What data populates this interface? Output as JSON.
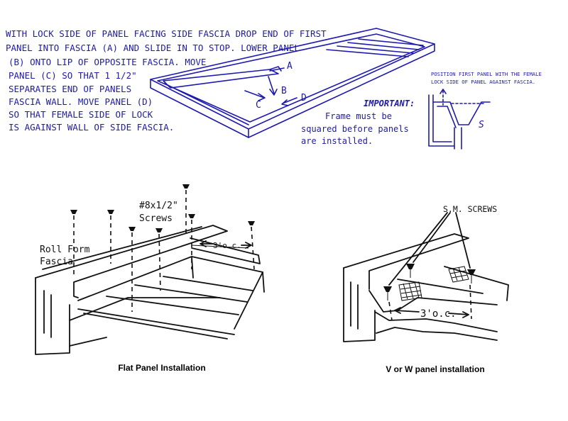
{
  "top_instructions": {
    "lines": [
      "WITH LOCK SIDE OF PANEL FACING SIDE FASCIA DROP END OF FIRST",
      "PANEL INTO FASCIA (A) AND SLIDE IN TO STOP.  LOWER PANEL",
      "(B) ONTO LIP OF OPPOSITE FASCIA.  MOVE",
      "PANEL (C) SO THAT 1 1/2\"",
      "SEPARATES END OF PANELS",
      "FASCIA WALL.  MOVE PANEL (D)",
      "SO THAT FEMALE SIDE OF LOCK",
      "IS AGAINST WALL OF SIDE FASCIA."
    ]
  },
  "frame_labels": {
    "a": "A",
    "b": "B",
    "c": "C",
    "d": "D"
  },
  "important": {
    "title": "IMPORTANT:",
    "lines": [
      "Frame must be",
      "squared before panels",
      "are installed."
    ]
  },
  "detail": {
    "lines": [
      "POSITION FIRST PANEL WITH THE FEMALE",
      "LOCK SIDE OF PANEL AGAINST FASCIA."
    ],
    "s_label": "S"
  },
  "flat_panel": {
    "screws_label_1": "#8x1/2\"",
    "screws_label_2": "Screws",
    "fascia_label_1": "Roll Form",
    "fascia_label_2": "Fascia",
    "spacing": "3'o.c.",
    "caption": "Flat Panel Installation"
  },
  "vw_panel": {
    "screws_label": "S.M. SCREWS",
    "spacing": "3'o.c.",
    "caption": "V or W panel installation"
  },
  "colors": {
    "ink_blue": "#1e1ab0",
    "ink_black": "#111111"
  }
}
